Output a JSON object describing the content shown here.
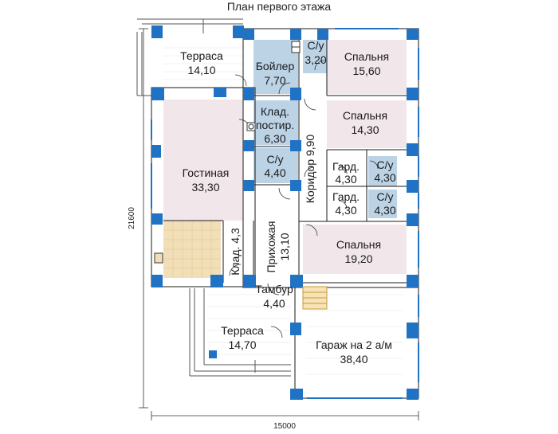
{
  "title": "План первого этажа",
  "colors": {
    "wall": "#1f72c4",
    "light_blue": "#bcd3e6",
    "pink": "#f1e6ea",
    "beige": "#f2dfb8",
    "line": "#333333"
  },
  "rooms": {
    "terrace_top": {
      "name": "Терраса",
      "area": "14,10"
    },
    "boiler": {
      "name": "Бойлер",
      "area": "7,70"
    },
    "wc1": {
      "name": "С/у",
      "area": "3,20"
    },
    "bedroom1": {
      "name": "Спальня",
      "area": "15,60"
    },
    "bedroom2": {
      "name": "Спальня",
      "area": "14,30"
    },
    "pantry_kitchen": {
      "name1": "Клад.",
      "name2": "постир.",
      "area": "6,30"
    },
    "wc2": {
      "name": "С/у",
      "area": "4,40"
    },
    "corridor": {
      "name": "Коридор 9,90"
    },
    "dress1": {
      "name": "Гард.",
      "area": "4,30"
    },
    "wc3": {
      "name": "С/у",
      "area": "4,30"
    },
    "dress2": {
      "name": "Гард.",
      "area": "4,30"
    },
    "wc4": {
      "name": "С/у",
      "area": "4,30"
    },
    "living": {
      "name": "Гостиная",
      "area": "33,30"
    },
    "pantry": {
      "name": "Клад. 4,3"
    },
    "hall": {
      "name": "Прихожая",
      "area": "13,10"
    },
    "bedroom3": {
      "name": "Спальня",
      "area": "19,20"
    },
    "vestibule": {
      "name": "Тамбур",
      "area": "4,40"
    },
    "terrace_bottom": {
      "name": "Терраса",
      "area": "14,70"
    },
    "garage": {
      "name": "Гараж на 2 а/м",
      "area": "38,40"
    }
  },
  "dimensions": {
    "width": "15000",
    "height": "21600"
  }
}
